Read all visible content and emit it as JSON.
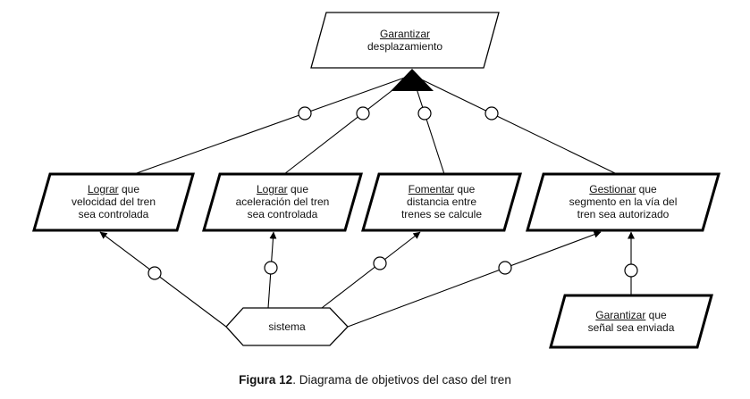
{
  "figure": {
    "caption_bold": "Figura 12",
    "caption_rest": ". Diagrama de objetivos del caso del tren"
  },
  "nodes": {
    "top_goal": {
      "keyword": "Garantizar",
      "line1_rest": "",
      "line2": "desplazamiento"
    },
    "goal_velocidad": {
      "keyword": "Lograr",
      "line1_rest": " que",
      "line2": "velocidad del tren",
      "line3": "sea controlada"
    },
    "goal_aceleracion": {
      "keyword": "Lograr",
      "line1_rest": " que",
      "line2": "aceleración del tren",
      "line3": "sea controlada"
    },
    "goal_distancia": {
      "keyword": "Fomentar",
      "line1_rest": " que",
      "line2": "distancia entre",
      "line3": "trenes se calcule"
    },
    "goal_segmento": {
      "keyword": "Gestionar",
      "line1_rest": " que",
      "line2": "segmento en la vía del",
      "line3": "tren sea autorizado"
    },
    "goal_senal": {
      "keyword": "Garantizar",
      "line1_rest": " que",
      "line2": "señal sea enviada"
    },
    "agent_sistema": {
      "label": "sistema"
    }
  },
  "colors": {
    "stroke": "#000000",
    "background": "#ffffff",
    "text": "#111111"
  }
}
